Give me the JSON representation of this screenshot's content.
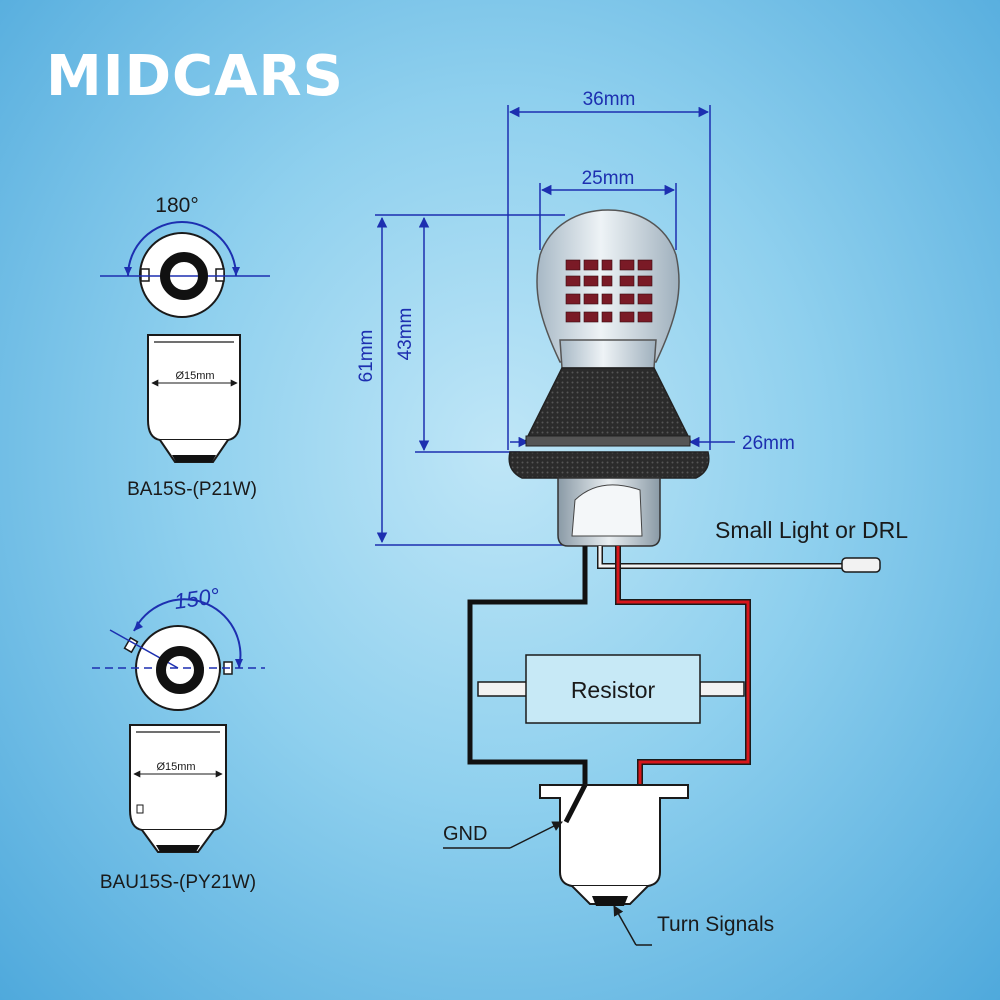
{
  "brand": {
    "logo_text": "MIDCARS"
  },
  "colors": {
    "dimension": "#1d2fb0",
    "wire_positive": "#d8161b",
    "wire_ground": "#111111",
    "line": "#1a1a1a"
  },
  "ba15s": {
    "rotation": "180°",
    "diameter": "Ø15mm",
    "label": "BA15S-(P21W)"
  },
  "bau15s": {
    "rotation": "150°",
    "diameter": "Ø15mm",
    "label": "BAU15S-(PY21W)"
  },
  "dimensions": {
    "width_outer": "36mm",
    "width_inner": "25mm",
    "height_total": "61mm",
    "height_bulb": "43mm",
    "base_width": "26mm"
  },
  "wiring": {
    "resistor": "Resistor",
    "small_light": "Small Light or DRL",
    "gnd": "GND",
    "turn_signals": "Turn Signals"
  }
}
